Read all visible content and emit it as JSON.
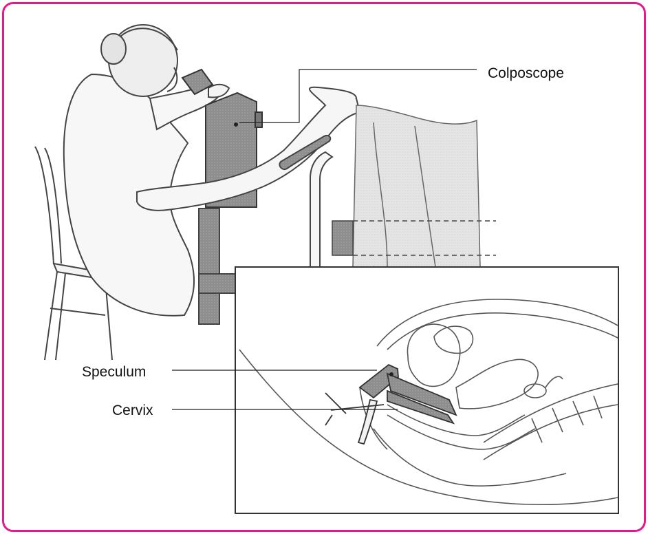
{
  "labels": {
    "colposcope": "Colposcope",
    "speculum": "Speculum",
    "cervix": "Cervix"
  },
  "colors": {
    "frame_border": "#e6198c",
    "line": "#333333",
    "instrument_fill": "#9a9a9a",
    "drape_fill": "#e2e2e2"
  }
}
